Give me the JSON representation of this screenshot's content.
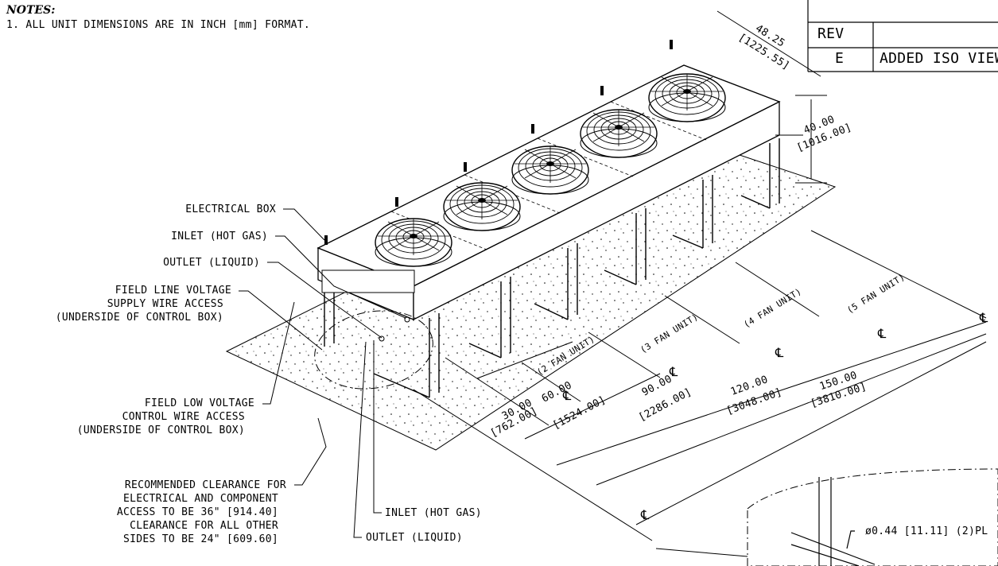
{
  "notes": {
    "title": "NOTES:",
    "items": [
      "1. ALL UNIT DIMENSIONS ARE IN INCH [mm] FORMAT."
    ]
  },
  "revision_block": {
    "header": "REV",
    "rev": "E",
    "description": "ADDED ISO VIEW"
  },
  "callouts": {
    "electrical_box": "ELECTRICAL BOX",
    "inlet_hot_gas": "INLET (HOT GAS)",
    "outlet_liquid": "OUTLET (LIQUID)",
    "field_line_voltage": [
      "FIELD LINE VOLTAGE",
      "SUPPLY WIRE ACCESS",
      "(UNDERSIDE OF CONTROL BOX)"
    ],
    "field_low_voltage": [
      "FIELD LOW VOLTAGE",
      "CONTROL WIRE ACCESS",
      "(UNDERSIDE OF CONTROL BOX)"
    ],
    "clearance": [
      "RECOMMENDED CLEARANCE FOR",
      "ELECTRICAL AND COMPONENT",
      "ACCESS TO BE 36\" [914.40]",
      "CLEARANCE FOR ALL OTHER",
      "SIDES TO BE 24\" [609.60]"
    ],
    "inlet_bottom": "INLET (HOT GAS)",
    "outlet_bottom": "OUTLET (LIQUID)",
    "hole_detail": "ø0.44 [11.11] (2)PL"
  },
  "dimensions": {
    "width": {
      "in": "48.25",
      "mm": "[1225.55]"
    },
    "height": {
      "in": "40.00",
      "mm": "[1016.00]"
    },
    "lengths": [
      {
        "in": "30.00",
        "mm": "[762.00]",
        "unit": "(2 FAN UNIT)"
      },
      {
        "in": "60.00",
        "mm": "[1524.00]",
        "unit": "(3 FAN UNIT)"
      },
      {
        "in": "90.00",
        "mm": "[2286.00]",
        "unit": "(4 FAN UNIT)"
      },
      {
        "in": "120.00",
        "mm": "[3048.00]",
        "unit": "(5 FAN UNIT)"
      },
      {
        "in": "150.00",
        "mm": "[3810.00]",
        "unit": ""
      }
    ],
    "centerline": "℄"
  }
}
